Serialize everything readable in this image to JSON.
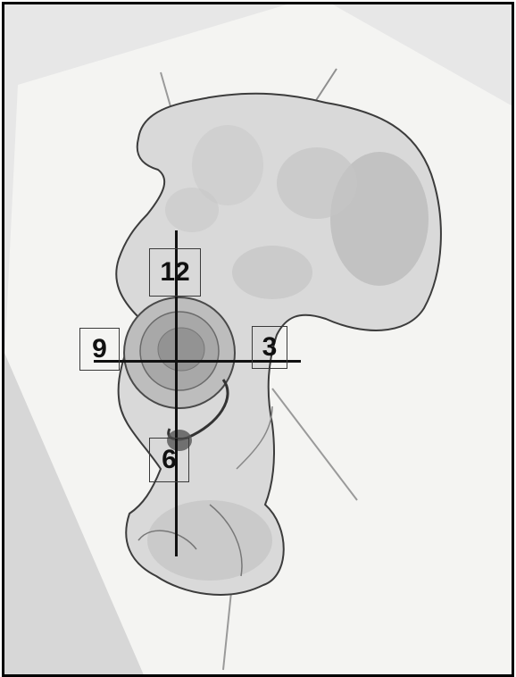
{
  "clock_labels": {
    "twelve": "12",
    "three": "3",
    "six": "6",
    "nine": "9"
  },
  "colors": {
    "frame": "#000000",
    "paper": "#f2f2f0",
    "bone_fill": "#d9d9d9",
    "ink": "#111111",
    "shading": "#9a9a9a"
  }
}
